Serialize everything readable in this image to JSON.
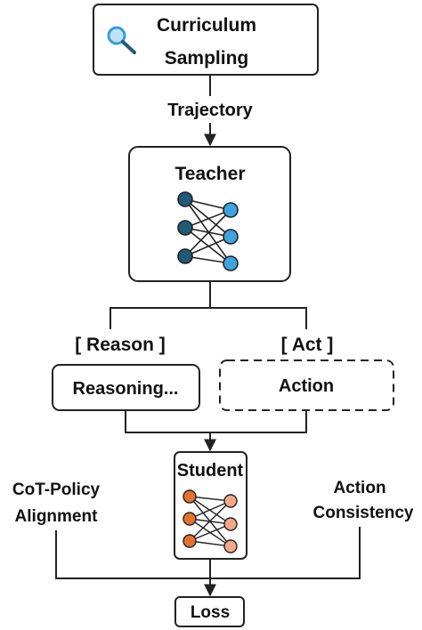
{
  "nodes": {
    "curriculum": {
      "line1": "Curriculum",
      "line2": "Sampling",
      "icon": "magnifier-icon"
    },
    "teacher": {
      "title": "Teacher",
      "icon": "neural-network-icon"
    },
    "reasoning": {
      "text": "Reasoning..."
    },
    "action": {
      "text": "Action"
    },
    "student": {
      "title": "Student",
      "icon": "neural-network-icon"
    },
    "loss": {
      "text": "Loss"
    }
  },
  "edges": {
    "trajectory": "Trajectory",
    "reason_tag": "[ Reason ]",
    "act_tag": "[ Act ]",
    "cot_line1": "CoT-Policy",
    "cot_line2": "Alignment",
    "consistency_line1": "Action",
    "consistency_line2": "Consistency"
  },
  "colors": {
    "teacher_left": "#1f5b78",
    "teacher_right": "#3fa3df",
    "student_left": "#e3722f",
    "student_right": "#f2a98a",
    "magnifier": "#3a9ad9",
    "stroke": "#222222"
  }
}
